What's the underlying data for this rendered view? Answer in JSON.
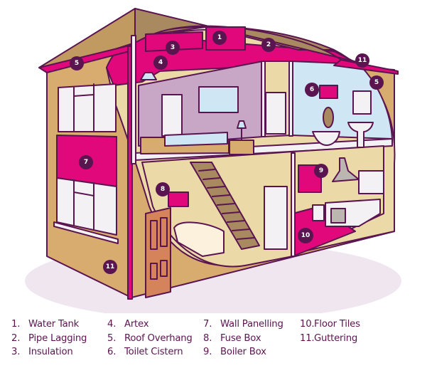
{
  "colors": {
    "outline": "#5a1550",
    "magenta": "#e0087a",
    "wall_tan": "#d8ac6e",
    "interior_cream": "#ecd9a8",
    "lilac": "#c8a6c6",
    "sky": "#cfe6f5",
    "roof_brown": "#a9895f",
    "badge": "#5a1550",
    "shadow": "#efe6f0",
    "window_white": "#f4f1f4",
    "door_orange": "#d4835a"
  },
  "badges": {
    "water_tank": "1",
    "pipe_lagging": "2",
    "insulation": "3",
    "artex": "4",
    "roof_overhang_left": "5",
    "roof_overhang_right": "5",
    "toilet_cistern": "6",
    "wall_panelling": "7",
    "fuse_box": "8",
    "boiler_box": "9",
    "floor_tiles": "10",
    "guttering_top": "11",
    "guttering_bottom": "11"
  },
  "legend": [
    {
      "number": "1.",
      "label": "Water Tank"
    },
    {
      "number": "2.",
      "label": "Pipe Lagging"
    },
    {
      "number": "3.",
      "label": "Insulation"
    },
    {
      "number": "4.",
      "label": "Artex"
    },
    {
      "number": "5.",
      "label": "Roof Overhang"
    },
    {
      "number": "6.",
      "label": "Toilet Cistern"
    },
    {
      "number": "7.",
      "label": "Wall Panelling"
    },
    {
      "number": "8.",
      "label": "Fuse Box"
    },
    {
      "number": "9.",
      "label": "Boiler Box"
    },
    {
      "number": "10.",
      "label": "Floor Tiles"
    },
    {
      "number": "11.",
      "label": "Guttering"
    }
  ]
}
